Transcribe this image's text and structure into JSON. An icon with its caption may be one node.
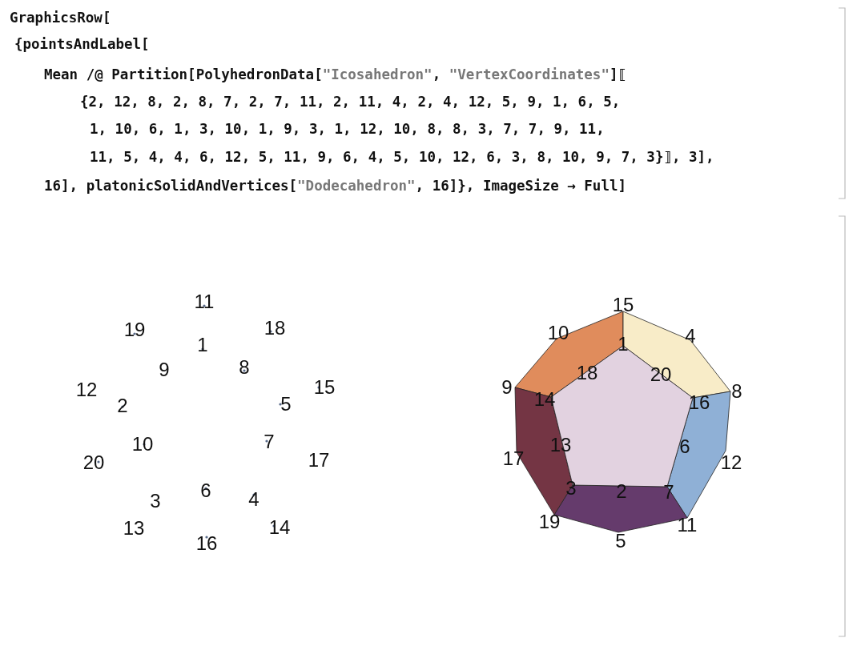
{
  "diagram": {
    "labels": [
      "GraphicsRow[",
      "{pointsAndLabel[",
      "Mean /@ Partition[PolyhedronData[\"Icosahedron\", \"VertexCoordinates\"]⟦",
      "{2, 12, 8, 2, 8, 7, 2, 7, 11, 2, 11, 4, 2, 4, 12, 5, 9, 1, 6, 5,",
      "1, 10, 6, 1, 3, 10, 1, 9, 3, 1, 12, 10, 8, 8, 3, 7, 7, 9, 11,",
      "11, 5, 4, 4, 6, 12, 5, 11, 9, 6, 4, 5, 10, 12, 6, 3, 8, 10, 9, 7, 3}⟧, 3],",
      "16], platonicSolidAndVertices[\"Dodecahedron\", 16]}, ImageSize → Full]",
      "11",
      "19",
      "18",
      "1",
      "9",
      "8",
      "12",
      "15",
      "2",
      "5",
      "10",
      "7",
      "20",
      "17",
      "6",
      "3",
      "4",
      "13",
      "14",
      "16",
      "15",
      "10",
      "4",
      "1",
      "18",
      "20",
      "9",
      "8",
      "14",
      "16",
      "13",
      "6",
      "17",
      "12",
      "3",
      "2",
      "7",
      "19",
      "11",
      "5"
    ]
  }
}
